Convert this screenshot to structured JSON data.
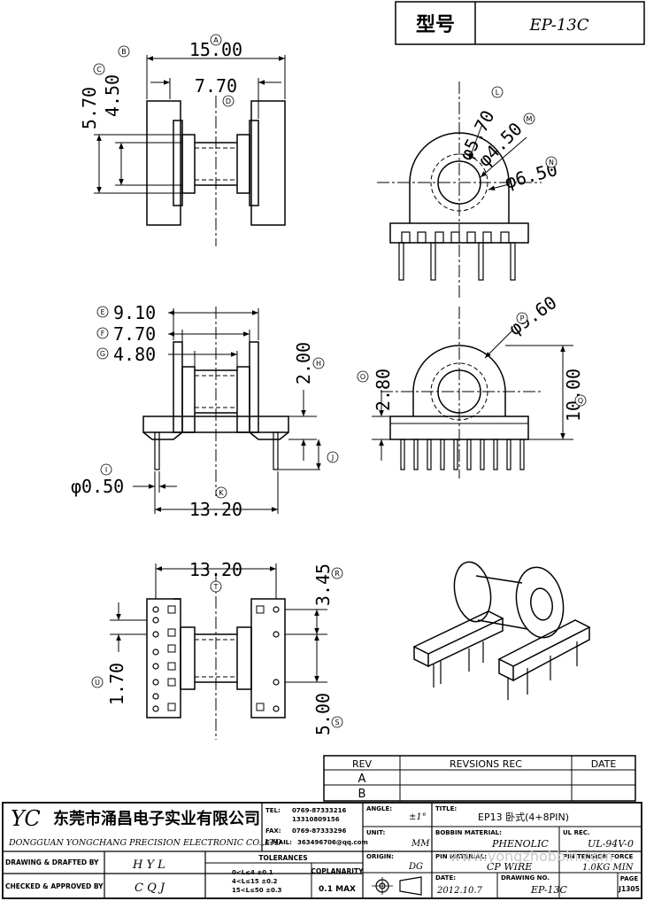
{
  "header": {
    "type_label": "型号",
    "model": "EP-13C"
  },
  "dims": {
    "A": {
      "tag": "A",
      "value": "15.00"
    },
    "B": {
      "tag": "B",
      "value": "4.50"
    },
    "C": {
      "tag": "C",
      "value": "5.70"
    },
    "D": {
      "tag": "D",
      "value": "7.70"
    },
    "L": {
      "tag": "L",
      "value": "φ5.70"
    },
    "M": {
      "tag": "M",
      "value": "φ4.50"
    },
    "N": {
      "tag": "N",
      "value": "φ6.50"
    },
    "E": {
      "tag": "E",
      "value": "9.10"
    },
    "F": {
      "tag": "F",
      "value": "7.70"
    },
    "G": {
      "tag": "G",
      "value": "4.80"
    },
    "H": {
      "tag": "H",
      "value": "2.00"
    },
    "I": {
      "tag": "I",
      "value": "φ0.50"
    },
    "J": {
      "tag": "J",
      "value": ""
    },
    "K": {
      "tag": "K",
      "value": "13.20"
    },
    "O": {
      "tag": "O",
      "value": "2.80"
    },
    "P": {
      "tag": "P",
      "value": "φ9.60"
    },
    "Q": {
      "tag": "Q",
      "value": "10.00"
    },
    "T": {
      "tag": "T",
      "value": "13.20"
    },
    "R": {
      "tag": "R",
      "value": "3.45"
    },
    "S": {
      "tag": "S",
      "value": "5.00"
    },
    "U": {
      "tag": "U",
      "value": "1.70"
    }
  },
  "watermark": "www.yongzhobbin.com",
  "rev_table": {
    "col_rev": "REV",
    "col_revisions": "REVSIONS REC",
    "col_date": "DATE",
    "rows": [
      "A",
      "B"
    ]
  },
  "title_block": {
    "logo": "YC",
    "company_cn": "东莞市涌昌电子实业有限公司",
    "company_en": "DONGGUAN YONGCHANG PRECISION ELECTRONIC CO.,LTD",
    "tel_label": "TEL:",
    "tel_values": [
      "0769-87333216",
      "13310809156"
    ],
    "fax_label": "FAX:",
    "fax_value": "0769-87333296",
    "email_label": "E-MAIL:",
    "email_value": "363496706@qq.com",
    "angle_label": "ANGLE:",
    "angle_value": "±1°",
    "title_label": "TITLE:",
    "title_value": "EP13 卧式(4+8PIN)",
    "unit_label": "UNIT:",
    "unit_value": "MM",
    "bobbin_label": "BOBBIN MATERIAL:",
    "bobbin_value": "PHENOLIC",
    "ul_label": "UL REC.",
    "ul_value": "UL-94V-0",
    "origin_label": "ORIGIN:",
    "origin_value": "DG",
    "pin_label": "PIN MATERIAL:",
    "pin_value": "CP WIRE",
    "tension_label": "PIN TENSION FORCE",
    "tension_value": "1.0KG MIN",
    "drawing_label": "DRAWING & DRAFTED BY",
    "drawing_value": "H Y L",
    "checked_label": "CHECKED & APPROVED BY",
    "checked_value": "C Q J",
    "tolerances_label": "TOLERANCES",
    "tol_lines": [
      "0<L≤4    ±0.1",
      "4<L≤15  ±0.2",
      "15<L≤50  ±0.3"
    ],
    "coplanarity_label": "COPLANARITY",
    "coplanarity_value": "0.1 MAX",
    "date_label": "DATE:",
    "date_value": "2012.10.7",
    "drawing_no_label": "DRAWING NO.",
    "drawing_no_value": "EP-13C",
    "page_label": "PAGE",
    "page_value": "J1305"
  }
}
